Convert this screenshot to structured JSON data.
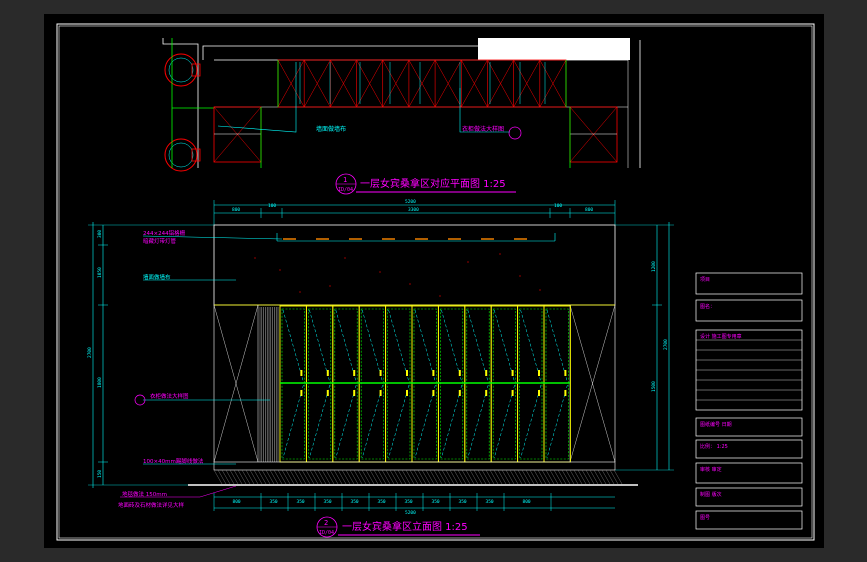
{
  "drawing": {
    "plan_title": {
      "number": "1",
      "sheet": "ID/04",
      "text": "一层女宾桑拿区对应平面图  1:25"
    },
    "elevation_title": {
      "number": "2",
      "sheet": "ID/04",
      "text": "一层女宾桑拿区立面图  1:25"
    },
    "plan_notes": [
      "墙面做墙布",
      "衣柜做法大样图"
    ],
    "elevation_notes": {
      "top": [
        "244×244铝格栅",
        "暗藏灯带灯管"
      ],
      "wall": "墙面做墙布",
      "cabinet": "衣柜做法大样图",
      "base1": "100×40mm踢脚线做法",
      "floor1": "地毯做法 150mm",
      "floor2": "地面砖及石材做法详见大样"
    },
    "dims_top": {
      "total": "5200",
      "left": "800",
      "mid_a": "100",
      "mid": "3300",
      "mid_b": "100",
      "right": "800"
    },
    "dims_bottom": [
      "800",
      "350",
      "350",
      "350",
      "350",
      "350",
      "350",
      "350",
      "350",
      "350",
      "800"
    ],
    "dims_bottom_total": "5200",
    "dims_left": {
      "a": "300",
      "b": "1050",
      "total": "2700",
      "c": "1800",
      "d": "150"
    },
    "dims_right": {
      "a": "1200",
      "total": "2700",
      "b": "1500"
    }
  },
  "title_block": {
    "rows": [
      "项目",
      "图名：    ",
      "设计  施工图专用章",
      "图纸编号  日期",
      "比例：  1:25",
      "审核    审定",
      "制图    版次",
      "图号"
    ],
    "color": "#ff00ff"
  },
  "colors": {
    "bg": "#000000",
    "frame": "#ffffff",
    "cyan": "#00ffff",
    "magenta": "#ff00ff",
    "yellow": "#ffff00",
    "green": "#00ff00",
    "red": "#ff0000",
    "orange": "#ff8800"
  }
}
